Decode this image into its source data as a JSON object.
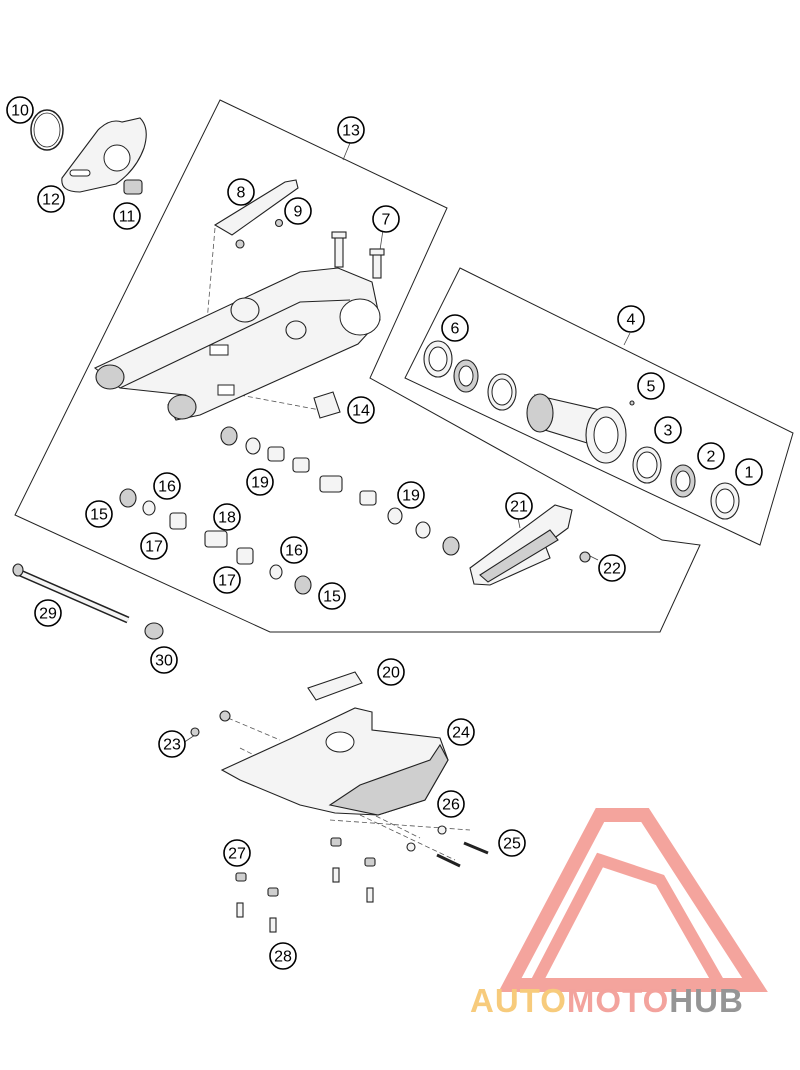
{
  "diagram": {
    "callouts": [
      {
        "id": "c1",
        "label": "1"
      },
      {
        "id": "c2",
        "label": "2"
      },
      {
        "id": "c3",
        "label": "3"
      },
      {
        "id": "c4",
        "label": "4"
      },
      {
        "id": "c5",
        "label": "5"
      },
      {
        "id": "c6",
        "label": "6"
      },
      {
        "id": "c7",
        "label": "7"
      },
      {
        "id": "c8",
        "label": "8"
      },
      {
        "id": "c9",
        "label": "9"
      },
      {
        "id": "c10",
        "label": "10"
      },
      {
        "id": "c11",
        "label": "11"
      },
      {
        "id": "c12",
        "label": "12"
      },
      {
        "id": "c13",
        "label": "13"
      },
      {
        "id": "c14",
        "label": "14"
      },
      {
        "id": "c15a",
        "label": "15"
      },
      {
        "id": "c15b",
        "label": "15"
      },
      {
        "id": "c16a",
        "label": "16"
      },
      {
        "id": "c16b",
        "label": "16"
      },
      {
        "id": "c17a",
        "label": "17"
      },
      {
        "id": "c17b",
        "label": "17"
      },
      {
        "id": "c18",
        "label": "18"
      },
      {
        "id": "c19a",
        "label": "19"
      },
      {
        "id": "c19b",
        "label": "19"
      },
      {
        "id": "c20",
        "label": "20"
      },
      {
        "id": "c21",
        "label": "21"
      },
      {
        "id": "c22",
        "label": "22"
      },
      {
        "id": "c23",
        "label": "23"
      },
      {
        "id": "c24",
        "label": "24"
      },
      {
        "id": "c25",
        "label": "25"
      },
      {
        "id": "c26",
        "label": "26"
      },
      {
        "id": "c27",
        "label": "27"
      },
      {
        "id": "c28",
        "label": "28"
      },
      {
        "id": "c29",
        "label": "29"
      },
      {
        "id": "c30",
        "label": "30"
      }
    ]
  },
  "watermark": {
    "part1": "AUTO",
    "part2": "MOTO",
    "part3": "HUB",
    "color_light": "#f7c66e",
    "color_mid": "#f29a93",
    "color_dark": "#8a8a8a",
    "triangle_color": "#f39b93"
  }
}
